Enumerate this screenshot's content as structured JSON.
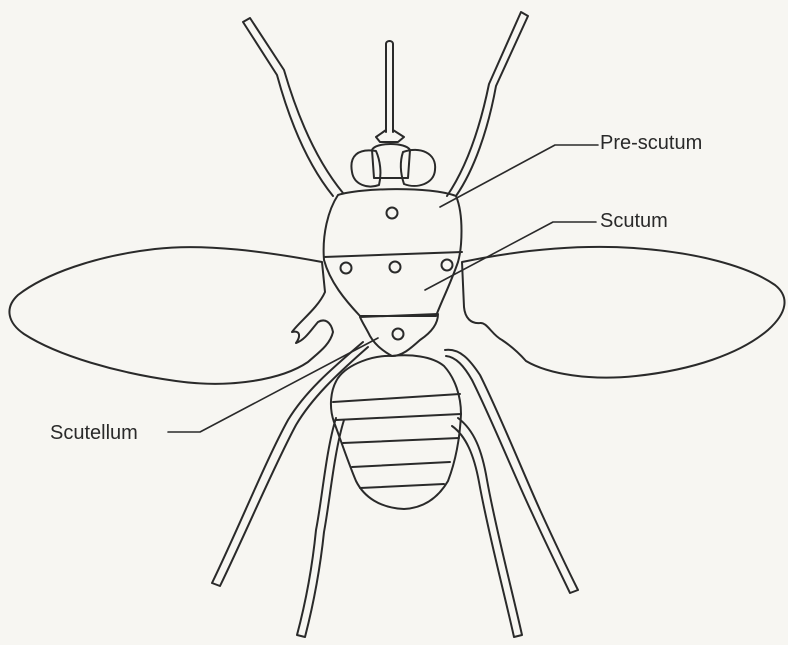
{
  "labels": {
    "pre_scutum": "Pre-scutum",
    "scutum": "Scutum",
    "scutellum": "Scutellum"
  },
  "colors": {
    "paper": "#f7f6f2",
    "ink": "#2a2a2a"
  }
}
